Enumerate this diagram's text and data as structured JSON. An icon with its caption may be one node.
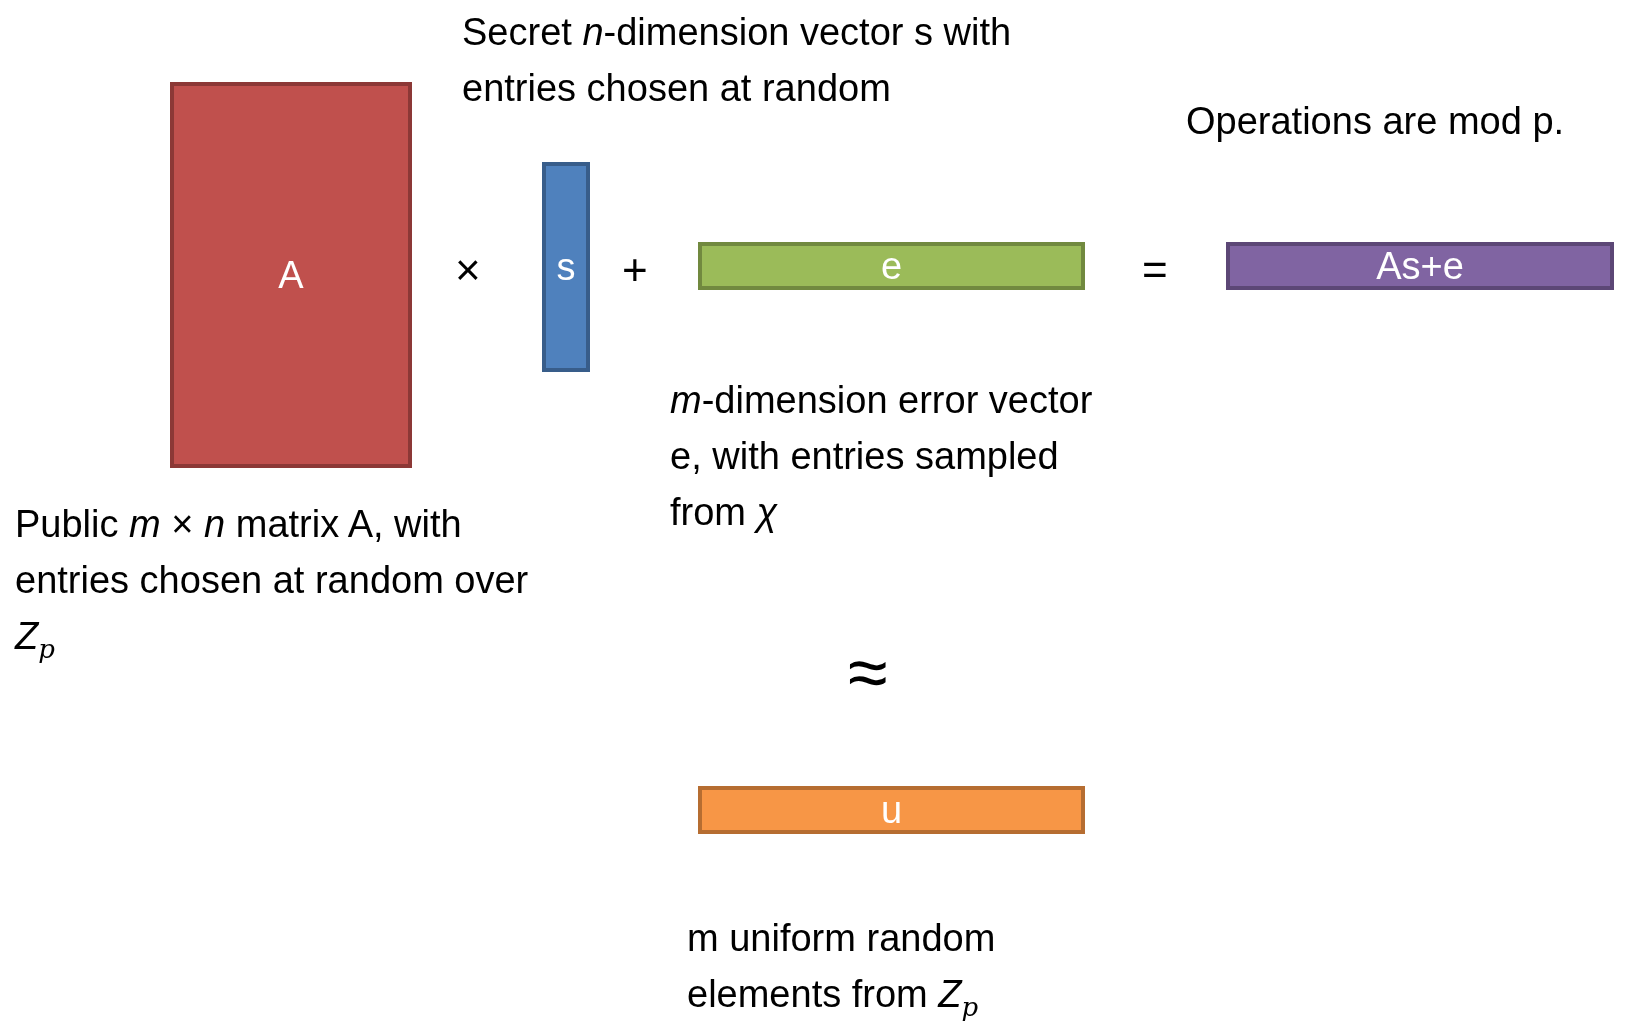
{
  "diagram": {
    "nodes": [
      {
        "text": [
          "A"
        ],
        "beside": [
          "Public *m* × *n* matrix A, with entries chosen at random over *Z*$_{p}$"
        ]
      },
      {
        "text": [
          "s"
        ],
        "beside": [
          "Secret *n*-dimension vector s with entries chosen at random"
        ]
      },
      {
        "text": [
          "e"
        ],
        "beside": [
          "*m*-dimension error vector e, with entries sampled from *χ*"
        ]
      },
      {
        "text": [
          "As+e"
        ]
      },
      {
        "text": [
          "u"
        ],
        "beside": [
          "m uniform random elements from *Z*$_{p}$"
        ]
      }
    ],
    "labels": [
      "Operations are mod p.",
      "×",
      "+",
      "=",
      "≈"
    ]
  }
}
